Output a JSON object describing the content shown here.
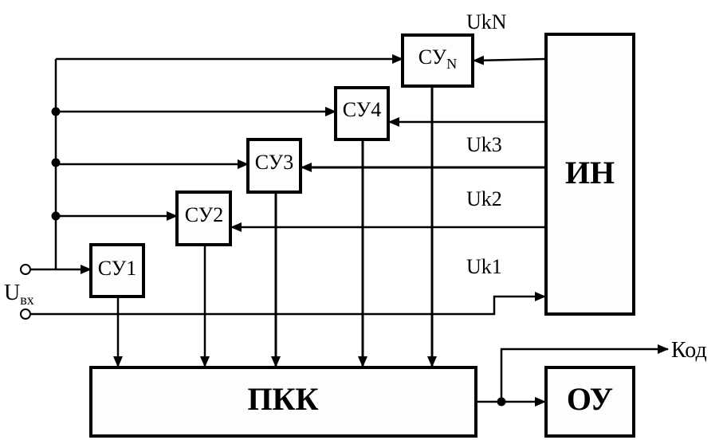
{
  "diagram": {
    "blocks": {
      "su1": {
        "label": "СУ1"
      },
      "su2": {
        "label": "СУ2"
      },
      "su3": {
        "label": "СУ3"
      },
      "su4": {
        "label": "СУ4"
      },
      "sun": {
        "label": "СУ",
        "sub": "N"
      },
      "in": {
        "label": "ИН"
      },
      "pkk": {
        "label": "ПКК"
      },
      "ou": {
        "label": "ОУ"
      }
    },
    "signals": {
      "ukn": "UkN",
      "uk3": "Uk3",
      "uk2": "Uk2",
      "uk1": "Uk1",
      "kod": "Код"
    },
    "input": {
      "label": "U",
      "sub": "вх"
    }
  }
}
